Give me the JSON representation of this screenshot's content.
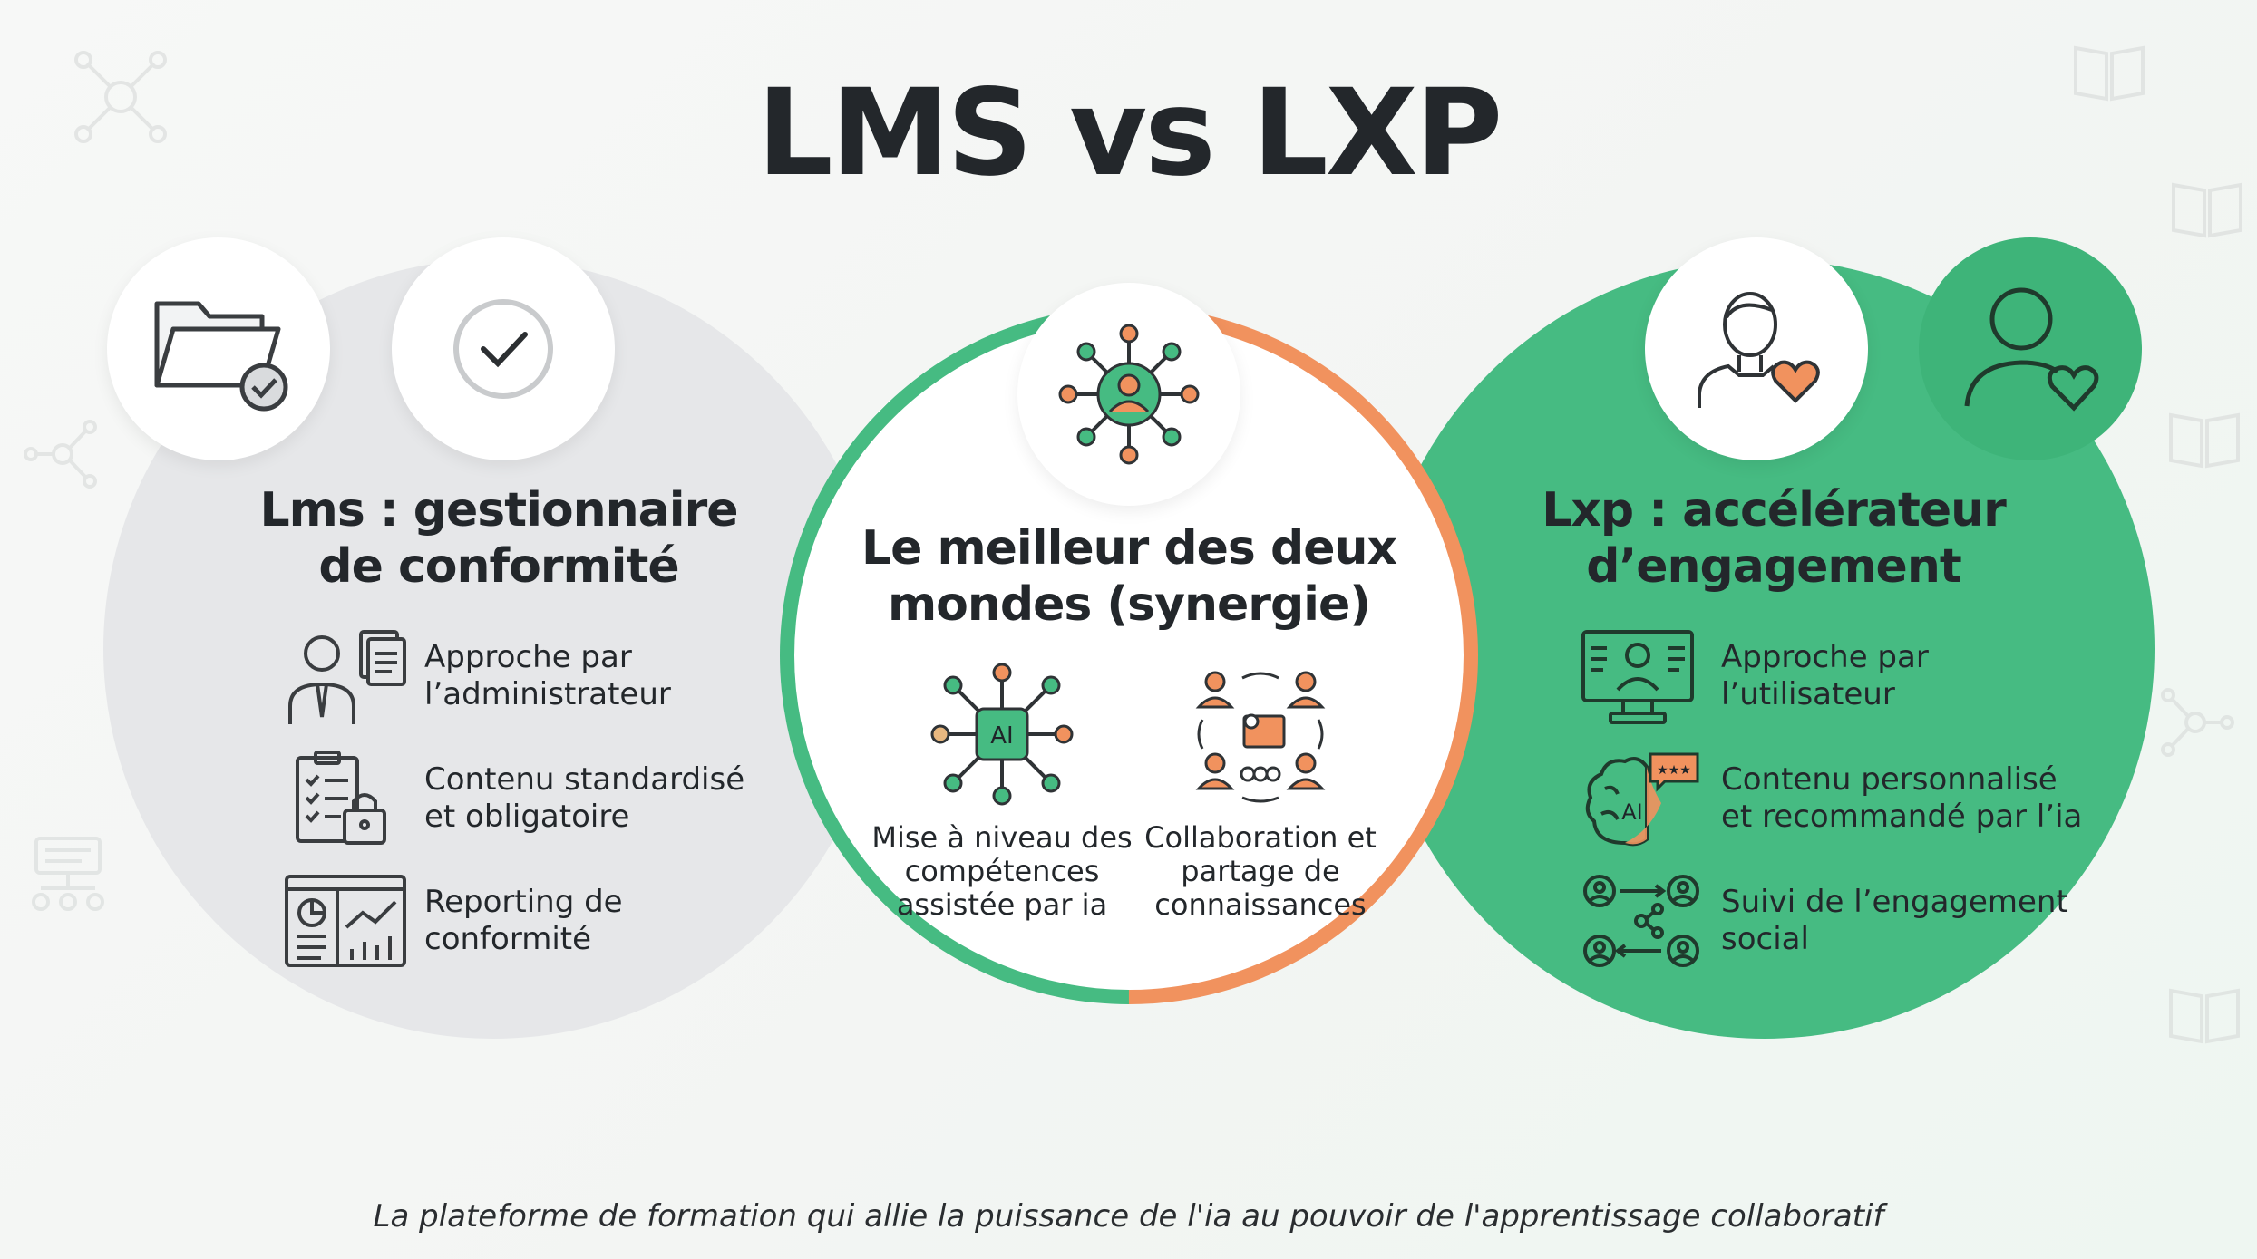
{
  "title": "LMS vs LXP",
  "lms": {
    "title_line1": "Lms : gestionnaire",
    "title_line2": "de conformité",
    "badges": [
      "folder-check-icon",
      "check-circle-icon"
    ],
    "items": [
      {
        "line1": "Approche par",
        "line2": "l’administrateur",
        "icon": "administrator-documents-icon"
      },
      {
        "line1": "Contenu standardisé",
        "line2": "et obligatoire",
        "icon": "checklist-lock-icon"
      },
      {
        "line1": "Reporting de",
        "line2": "conformité",
        "icon": "dashboard-report-icon"
      }
    ]
  },
  "center": {
    "title_line1": "Le meilleur des deux",
    "title_line2": "mondes (synergie)",
    "badge": "network-person-icon",
    "items": [
      {
        "line1": "Mise à niveau des",
        "line2": "compétences",
        "line3": "assistée par ia",
        "icon": "ai-chip-network-icon",
        "icon_text": "AI"
      },
      {
        "line1": "Collaboration et",
        "line2": "partage de",
        "line3": "connaissances",
        "icon": "team-collaboration-icon"
      }
    ]
  },
  "lxp": {
    "title_line1": "Lxp : accélérateur",
    "title_line2": "d’engagement",
    "badges": [
      "person-heart-icon",
      "user-heart-outline-icon"
    ],
    "items": [
      {
        "line1": "Approche par",
        "line2": "l’utilisateur",
        "icon": "user-profile-screen-icon"
      },
      {
        "line1": "Contenu personnalisé",
        "line2": "et recommandé par l’ia",
        "icon": "ai-brain-rating-icon",
        "icon_text": "AI",
        "stars": "★★★"
      },
      {
        "line1": "Suivi de l’engagement",
        "line2": "social",
        "icon": "social-network-users-icon"
      }
    ]
  },
  "tagline": "La plateforme de formation qui allie la puissance de l'ia au pouvoir de l'apprentissage collaboratif",
  "colors": {
    "green": "#46bb82",
    "orange": "#f1925e",
    "grey": "#e6e7e9",
    "dark": "#23272b"
  }
}
